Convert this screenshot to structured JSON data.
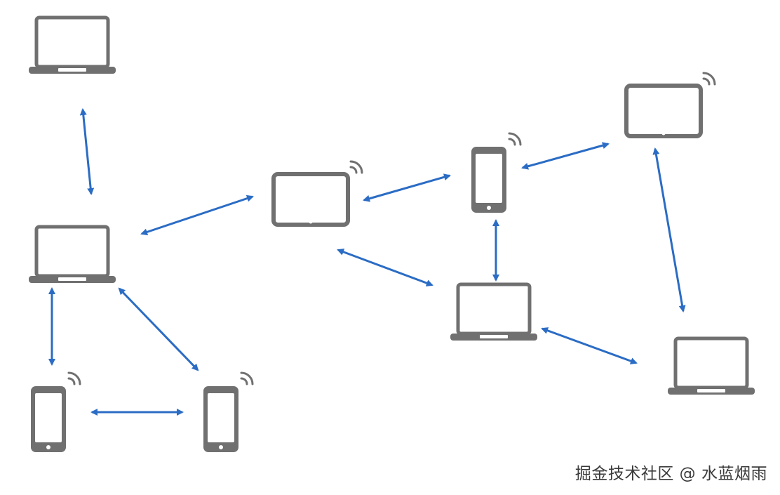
{
  "diagram": {
    "device_color": "#707070",
    "screen_color": "#ffffff",
    "arrow_color": "#2b6cc4",
    "devices": [
      {
        "id": "laptop-top-left",
        "kind": "laptop"
      },
      {
        "id": "laptop-mid-left",
        "kind": "laptop"
      },
      {
        "id": "phone-bottom-left",
        "kind": "phone"
      },
      {
        "id": "phone-bottom-mid",
        "kind": "phone"
      },
      {
        "id": "tablet-center",
        "kind": "tablet"
      },
      {
        "id": "phone-center-right",
        "kind": "phone"
      },
      {
        "id": "laptop-center-right",
        "kind": "laptop"
      },
      {
        "id": "tablet-top-right",
        "kind": "tablet"
      },
      {
        "id": "laptop-bottom-right",
        "kind": "laptop"
      }
    ],
    "links": [
      [
        "laptop-top-left",
        "laptop-mid-left"
      ],
      [
        "laptop-mid-left",
        "tablet-center"
      ],
      [
        "laptop-mid-left",
        "phone-bottom-left"
      ],
      [
        "laptop-mid-left",
        "phone-bottom-mid"
      ],
      [
        "phone-bottom-left",
        "phone-bottom-mid"
      ],
      [
        "tablet-center",
        "phone-center-right"
      ],
      [
        "tablet-center",
        "laptop-center-right"
      ],
      [
        "phone-center-right",
        "tablet-top-right"
      ],
      [
        "phone-center-right",
        "laptop-center-right"
      ],
      [
        "tablet-top-right",
        "laptop-bottom-right"
      ],
      [
        "laptop-center-right",
        "laptop-bottom-right"
      ]
    ]
  },
  "watermark": {
    "text": "掘金技术社区 @ 水蓝烟雨"
  }
}
